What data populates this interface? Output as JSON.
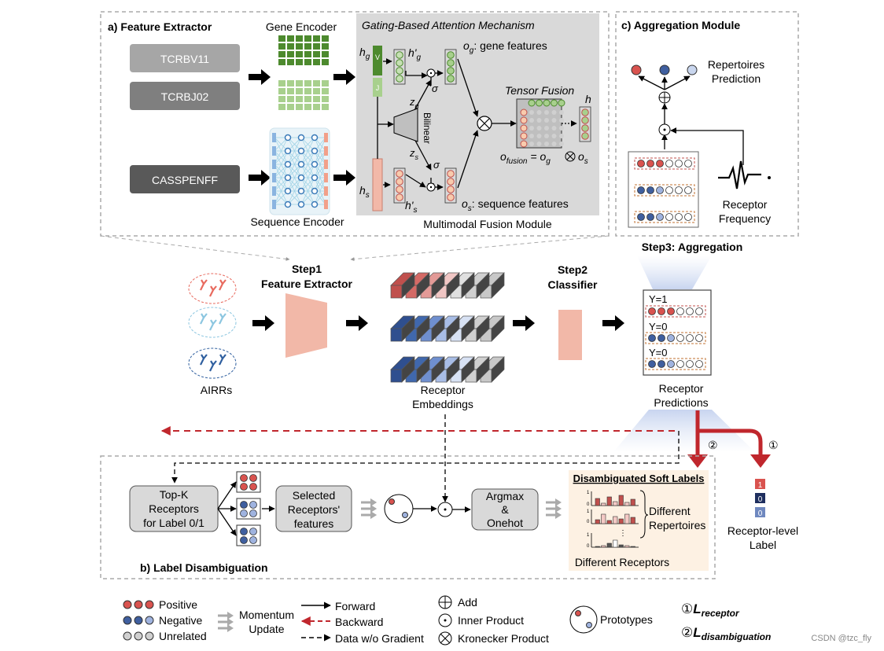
{
  "feature_extractor": {
    "title": "a) Feature Extractor",
    "gene_encoder": "Gene Encoder",
    "sequence_encoder": "Sequence Encoder",
    "input_v": "TCRBV11",
    "input_j": "TCRBJ02",
    "input_cdr3": "CASSPENFF",
    "gating": {
      "title": "Gating-Based Attention Mechanism",
      "h_g": "h",
      "h_g_sub": "g",
      "h_s": "h",
      "h_s_sub": "s",
      "hp_g": "h'",
      "hp_g_sub": "g",
      "hp_s": "h'",
      "hp_s_sub": "s",
      "z_g": "z",
      "z_g_sub": "g",
      "z_s": "z",
      "z_s_sub": "s",
      "sigma": "σ",
      "v_tag": "V",
      "j_tag": "J",
      "bilinear": "Bilinear",
      "o_g": "o",
      "o_g_sub": "g",
      "o_g_label": ": gene features",
      "o_s": "o",
      "o_s_sub": "s",
      "o_s_label": ": sequence features",
      "tensor_fusion": "Tensor Fusion",
      "h_out": "h",
      "o_fusion": "o",
      "o_fusion_sub": "fusion",
      "o_fusion_eq": " = o",
      "o_fusion_eq_sub": "g",
      "o_fusion_os": "o",
      "o_fusion_os_sub": "s"
    },
    "multimodal_label": "Multimodal Fusion Module"
  },
  "aggregation": {
    "title": "c) Aggregation Module",
    "repertoires_prediction_1": "Repertoires",
    "repertoires_prediction_2": "Prediction",
    "receptor_frequency_1": "Receptor",
    "receptor_frequency_2": "Frequency",
    "step3": "Step3: Aggregation"
  },
  "pipeline": {
    "airrs": "AIRRs",
    "step1_1": "Step1",
    "step1_2": "Feature Extractor",
    "receptor_embeddings_1": "Receptor",
    "receptor_embeddings_2": "Embeddings",
    "step2_1": "Step2",
    "step2_2": "Classifier",
    "y1": "Y=1",
    "y0a": "Y=0",
    "y0b": "Y=0",
    "receptor_predictions_1": "Receptor",
    "receptor_predictions_2": "Predictions",
    "circ2": "②",
    "circ1": "①",
    "label_1": "1",
    "label_0": "0",
    "label_0b": "0",
    "receptor_level_1": "Receptor-level",
    "receptor_level_2": "Label"
  },
  "disambiguation": {
    "title": "b) Label Disambiguation",
    "topk_1": "Top-K",
    "topk_2": "Receptors",
    "topk_3": "for Label 0/1",
    "selected_1": "Selected",
    "selected_2": "Receptors'",
    "selected_3": "features",
    "argmax_1": "Argmax",
    "argmax_2": "&",
    "argmax_3": "Onehot",
    "soft_labels": "Disambiguated Soft Labels",
    "different_repertoires_1": "Different",
    "different_repertoires_2": "Repertoires",
    "different_receptors": "Different Receptors",
    "axis_one": "1",
    "axis_zero": "0",
    "dots": "⋮"
  },
  "legend": {
    "positive": "Positive",
    "negative": "Negative",
    "unrelated": "Unrelated",
    "momentum_1": "Momentum",
    "momentum_2": "Update",
    "forward": "Forward",
    "backward": "Backward",
    "data_wo_gradient": "Data w/o Gradient",
    "add": "Add",
    "inner_product": "Inner Product",
    "kronecker": "Kronecker Product",
    "prototypes": "Prototypes",
    "l_receptor_num": "①",
    "l_receptor": "L",
    "l_receptor_sub": "receptor",
    "l_disamb_num": "②",
    "l_disamb": "L",
    "l_disamb_sub": "disambiguation"
  },
  "watermark": "CSDN @tzc_fly",
  "colors": {
    "positive": "#d9534f",
    "negative": "#3f5f9f",
    "unrelated": "#c8c8c8",
    "gene_green": "#5a9a3a",
    "light_green": "#a8d08d",
    "salmon": "#f2b8a8",
    "backward_red": "#c0272d",
    "gray_panel": "#d9d9d9"
  }
}
